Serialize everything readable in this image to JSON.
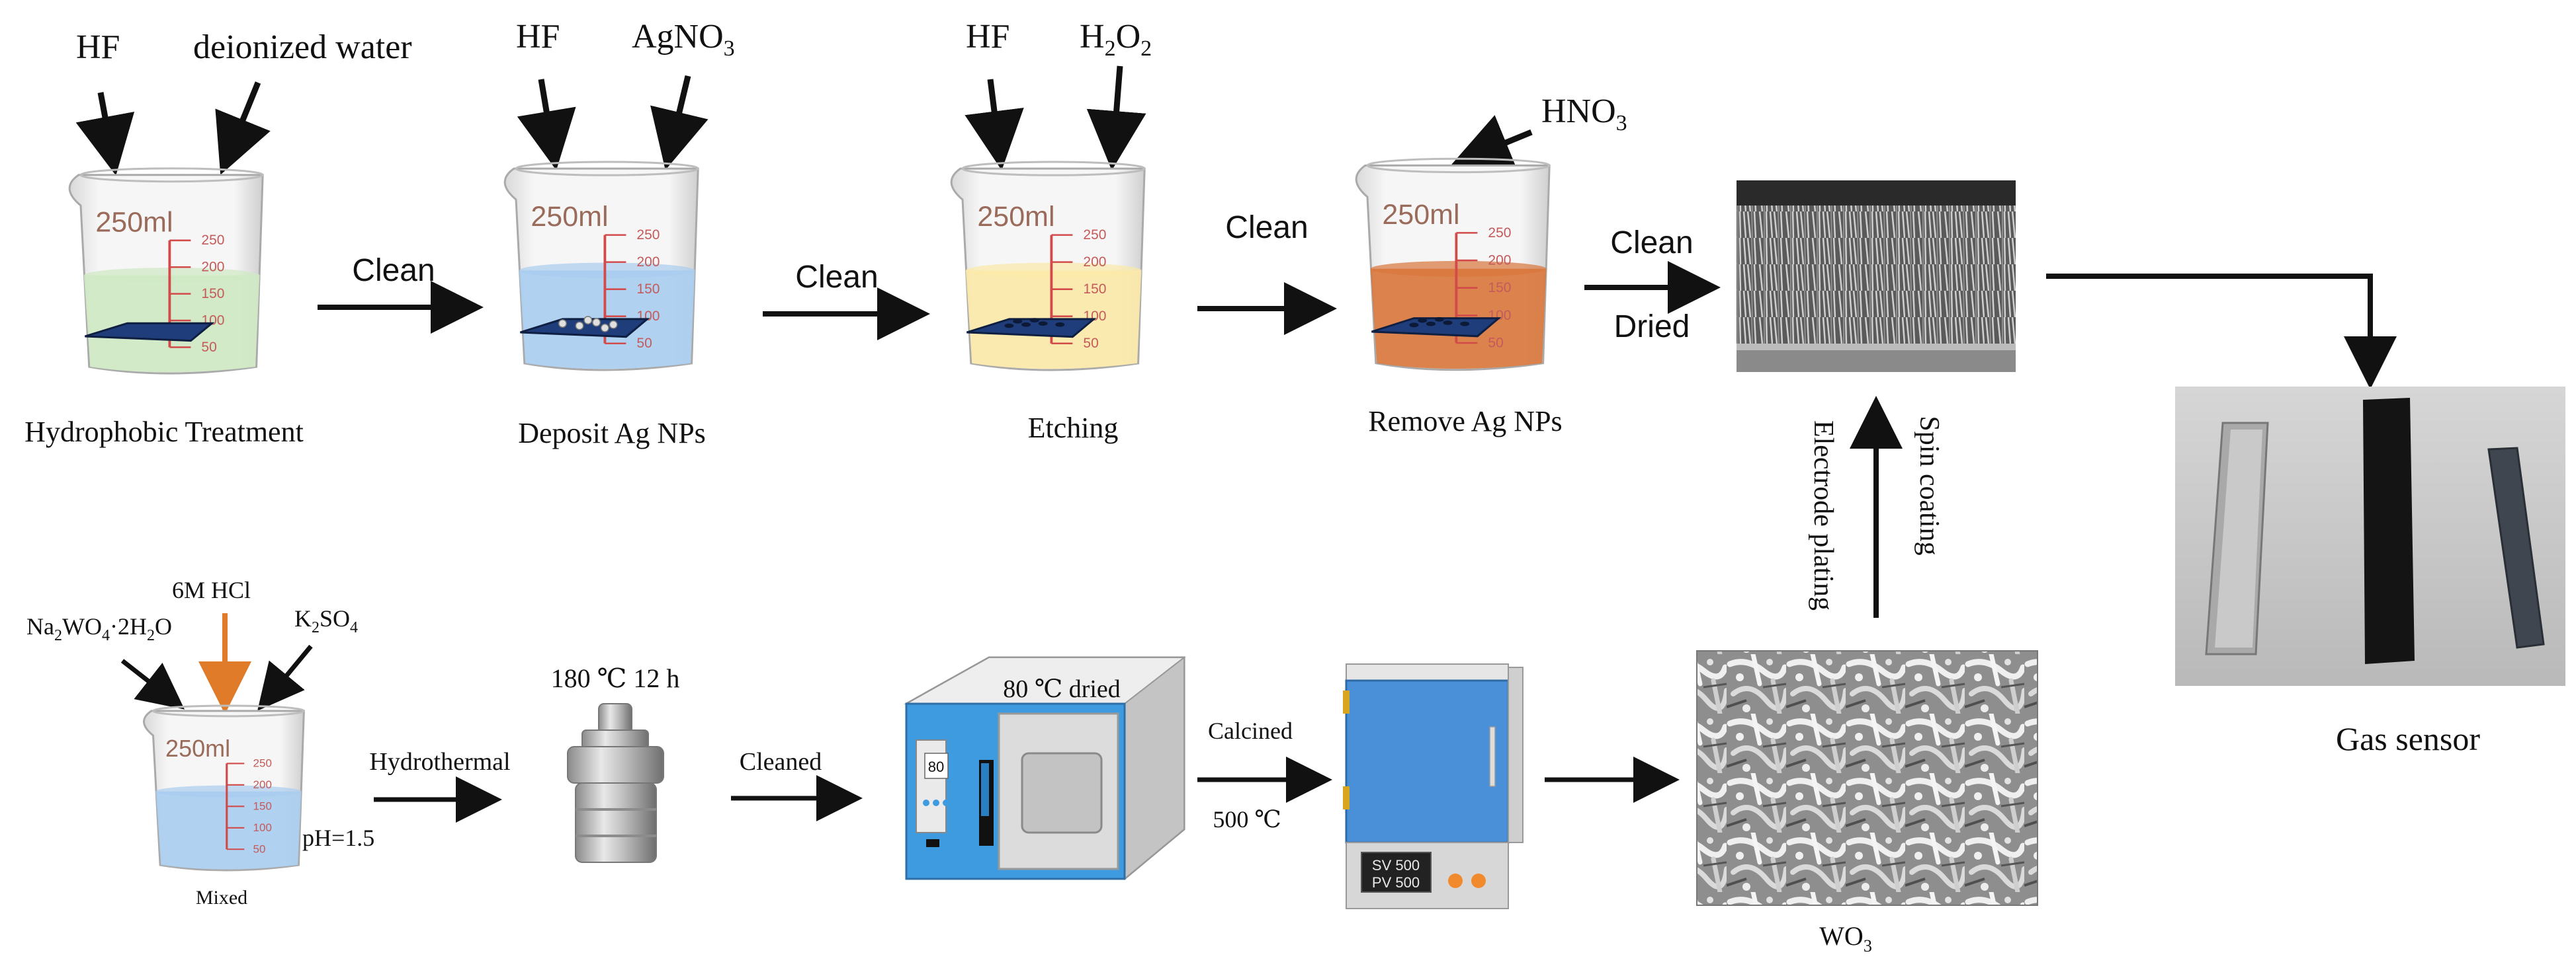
{
  "top_row": {
    "step1": {
      "reagent_a": "HF",
      "reagent_b": "deionized water",
      "volume": "250ml",
      "label": "Hydrophobic Treatment"
    },
    "arrow1": {
      "label": "Clean"
    },
    "step2": {
      "reagent_a": "HF",
      "reagent_b_base": "AgNO",
      "reagent_b_sub": "3",
      "volume": "250ml",
      "label": "Deposit Ag NPs"
    },
    "arrow2": {
      "label": "Clean"
    },
    "step3": {
      "reagent_a": "HF",
      "reagent_b_p1": "H",
      "reagent_b_s1": "2",
      "reagent_b_p2": "O",
      "reagent_b_s2": "2",
      "volume": "250ml",
      "label": "Etching"
    },
    "arrow3": {
      "label": "Clean"
    },
    "step4": {
      "reagent_base": "HNO",
      "reagent_sub": "3",
      "volume": "250ml",
      "label": "Remove Ag NPs"
    },
    "arrow4": {
      "label_top": "Clean",
      "label_bottom": "Dried"
    }
  },
  "scale_ticks": [
    "250",
    "200",
    "150",
    "100",
    "50"
  ],
  "vertical_labels": {
    "left": "Electrode plating",
    "right": "Spin coating"
  },
  "gas_sensor": {
    "label": "Gas sensor"
  },
  "bottom_row": {
    "hcl": "6M HCl",
    "na": {
      "p1": "Na",
      "s1": "2",
      "p2": "WO",
      "s2": "4",
      "p3": "·2H",
      "s3": "2",
      "p4": "O"
    },
    "k": {
      "p1": "K",
      "s1": "2",
      "p2": "SO",
      "s2": "4"
    },
    "volume": "250ml",
    "ph": "pH=1.5",
    "mixed": "Mixed",
    "hydrothermal": "Hydrothermal",
    "autoclave": "180 ℃ 12 h",
    "cleaned": "Cleaned",
    "oven": {
      "label": "80 ℃ dried",
      "display": "80"
    },
    "calcined": "Calcined",
    "temp": "500 ℃",
    "furnace": {
      "sv": "SV 500",
      "pv": "PV 500"
    },
    "wo3": {
      "p1": "WO",
      "s1": "3"
    }
  },
  "colors": {
    "green_liquid": "#cfe9c4",
    "blue_liquid": "#a9cdf0",
    "yellow_liquid": "#fbe9a8",
    "orange_liquid": "#d9753b",
    "hcl_arrow": "#e07b2a",
    "oven_blue": "#3f9be0",
    "furnace_blue": "#4a90d9",
    "scale_red": "#d24a4a"
  }
}
